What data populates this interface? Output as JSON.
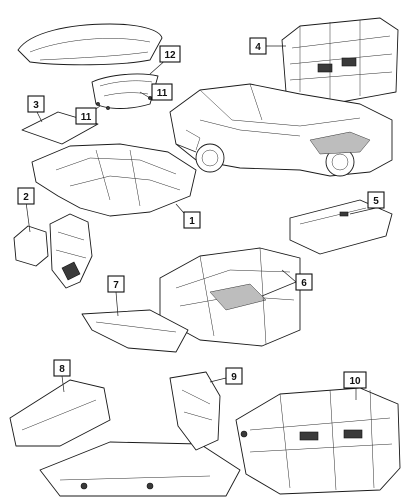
{
  "callouts": [
    {
      "id": "c1",
      "label": "1"
    },
    {
      "id": "c2",
      "label": "2"
    },
    {
      "id": "c3",
      "label": "3"
    },
    {
      "id": "c4",
      "label": "4"
    },
    {
      "id": "c5",
      "label": "5"
    },
    {
      "id": "c6",
      "label": "6"
    },
    {
      "id": "c7",
      "label": "7"
    },
    {
      "id": "c8",
      "label": "8"
    },
    {
      "id": "c9",
      "label": "9"
    },
    {
      "id": "c10",
      "label": "10"
    },
    {
      "id": "c11a",
      "label": "11"
    },
    {
      "id": "c11b",
      "label": "11"
    },
    {
      "id": "c12",
      "label": "12"
    }
  ],
  "colors": {
    "line": "#1a1a1a",
    "fill": "#ffffff",
    "dark": "#3a3a3a",
    "hatch": "#bdbdbd"
  }
}
